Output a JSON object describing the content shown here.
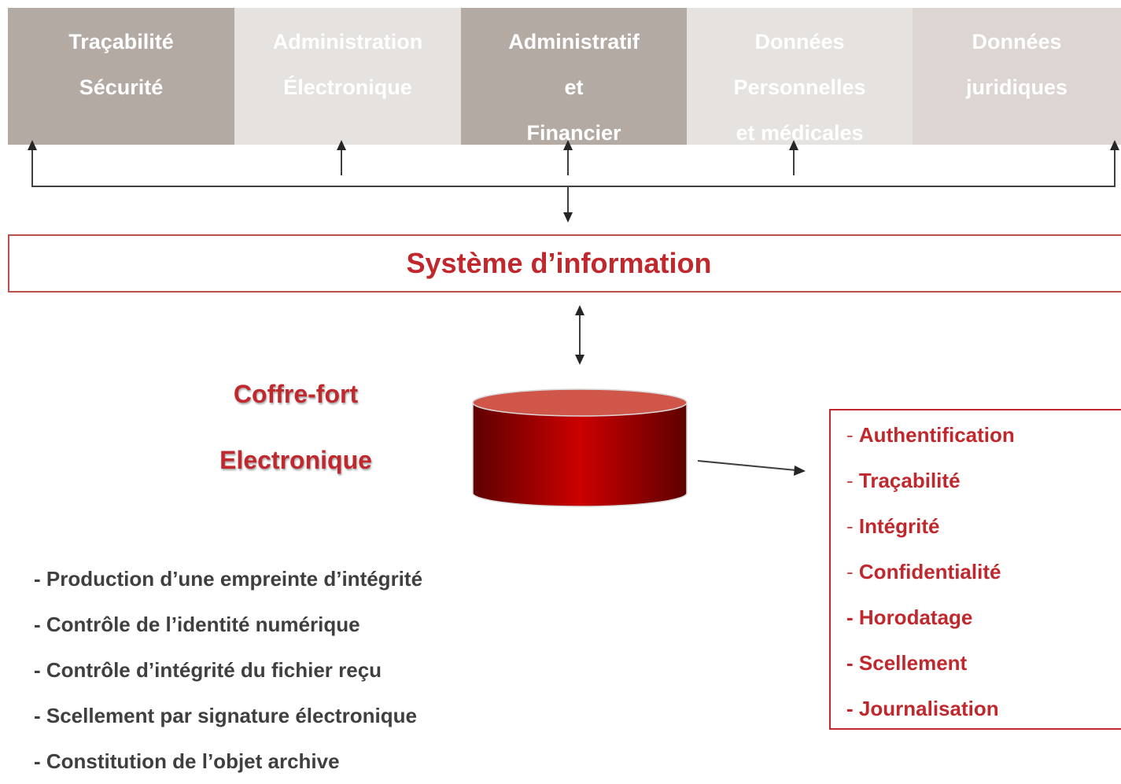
{
  "domains": [
    {
      "lines": [
        "Traçabilité",
        "Sécurité"
      ]
    },
    {
      "lines": [
        "Administration",
        "Électronique"
      ]
    },
    {
      "lines": [
        "Administratif",
        "et",
        "Financier"
      ]
    },
    {
      "lines": [
        "Données",
        "Personnelles",
        "et médicales"
      ]
    },
    {
      "lines": [
        "Données",
        "juridiques"
      ]
    }
  ],
  "system": {
    "title": "Système d’information"
  },
  "vault": {
    "title_lines": [
      "Coffre-fort",
      "Electronique"
    ]
  },
  "features": [
    "- Production d’une empreinte d’intégrité",
    "- Contrôle de l’identité numérique",
    "- Contrôle d’intégrité du fichier reçu",
    "- Scellement par signature électronique",
    "- Constitution de l’objet archive"
  ],
  "properties": [
    {
      "dash": "-",
      "label": "Authentification",
      "dash_bold": false
    },
    {
      "dash": "-",
      "label": "Traçabilité",
      "dash_bold": false
    },
    {
      "dash": "-",
      "label": "Intégrité",
      "dash_bold": false
    },
    {
      "dash": "-",
      "label": "Confidentialité",
      "dash_bold": false
    },
    {
      "dash": "-",
      "label": "Horodatage",
      "dash_bold": true
    },
    {
      "dash": "-",
      "label": "Scellement",
      "dash_bold": true
    },
    {
      "dash": "-",
      "label": "Journalisation",
      "dash_bold": true
    }
  ],
  "colors": {
    "accent_red": "#c0282d",
    "box_dark": "#b4aaa4",
    "box_light": "#e6e2df",
    "feature_text": "#3f3f3f"
  }
}
